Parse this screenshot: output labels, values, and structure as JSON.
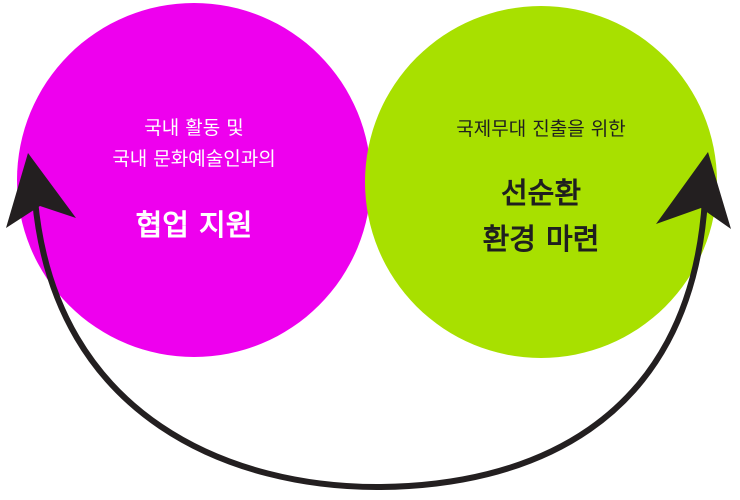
{
  "colors": {
    "left_circle": "#ee00ee",
    "right_circle": "#a8e000",
    "arrow": "#231f20"
  },
  "left": {
    "line1": "국내 활동 및",
    "line2": "국내 문화예술인과의",
    "main": "협업 지원"
  },
  "right": {
    "line1": "국제무대 진출을 위한",
    "main1": "선순환",
    "main2": "환경 마련"
  }
}
